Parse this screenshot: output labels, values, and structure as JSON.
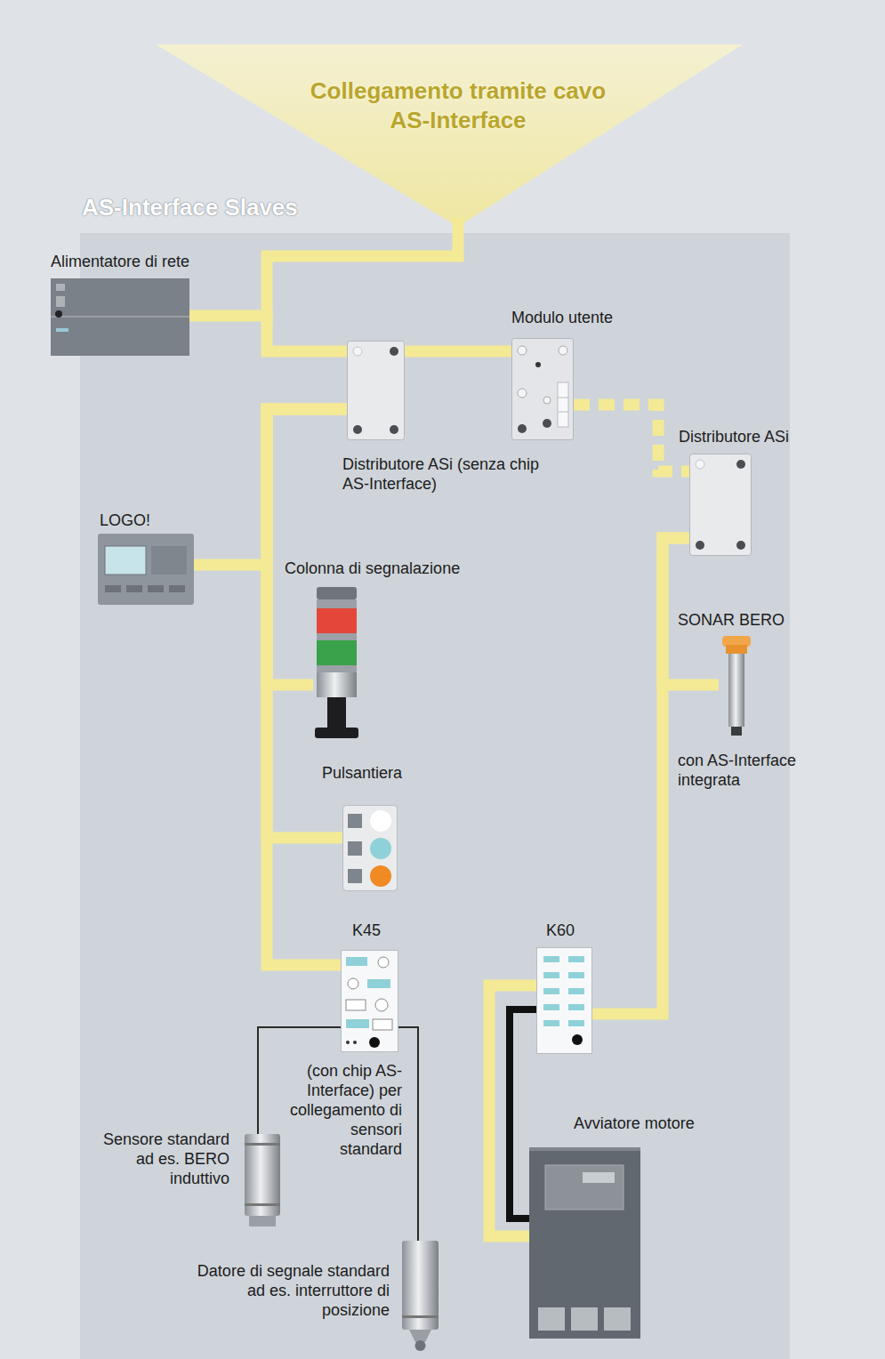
{
  "diagram": {
    "title": "Collegamento tramite cavo AS-Interface",
    "nodes": [
      {
        "text": [
          "Alimentatore di rete"
        ]
      },
      {
        "text": [
          "Distributore ASi (senza chip AS-Interface)"
        ]
      },
      {
        "text": [
          "Modulo utente"
        ]
      },
      {
        "text": [
          "Distributore ASi"
        ]
      },
      {
        "text": [
          "LOGO!"
        ]
      },
      {
        "text": [
          "Colonna di segnalazione"
        ]
      },
      {
        "text": [
          "Pulsantiera"
        ]
      },
      {
        "text": [
          "SONAR BERO",
          "con AS-Interface integrata"
        ]
      },
      {
        "text": [
          "K45",
          "(con chip AS-Interface) per collegamento di sensori standard"
        ]
      },
      {
        "text": [
          "K60"
        ]
      },
      {
        "text": [
          "Sensore standard ad es. BERO induttivo"
        ]
      },
      {
        "text": [
          "Datore di segnale standard ad es. interruttore di posizione"
        ]
      },
      {
        "text": [
          "Avviatore motore"
        ]
      }
    ],
    "edges": [
      {
        "from": 0,
        "to": 1,
        "arrow": "none"
      },
      {
        "from": 1,
        "to": 2,
        "arrow": "none"
      },
      {
        "from": 2,
        "to": 3,
        "arrow": "none"
      },
      {
        "from": 1,
        "to": 4,
        "arrow": "none"
      },
      {
        "from": 1,
        "to": 5,
        "arrow": "none"
      },
      {
        "from": 1,
        "to": 6,
        "arrow": "none"
      },
      {
        "from": 1,
        "to": 8,
        "arrow": "none"
      },
      {
        "from": 3,
        "to": 7,
        "arrow": "none"
      },
      {
        "from": 3,
        "to": 9,
        "arrow": "none"
      },
      {
        "from": 9,
        "to": 12,
        "arrow": "none"
      },
      {
        "from": 9,
        "to": 12,
        "arrow": "none"
      },
      {
        "from": 8,
        "to": 10,
        "arrow": "none"
      },
      {
        "from": 8,
        "to": 11,
        "arrow": "none"
      }
    ],
    "labels": [
      "AS-Interface Slaves"
    ]
  }
}
